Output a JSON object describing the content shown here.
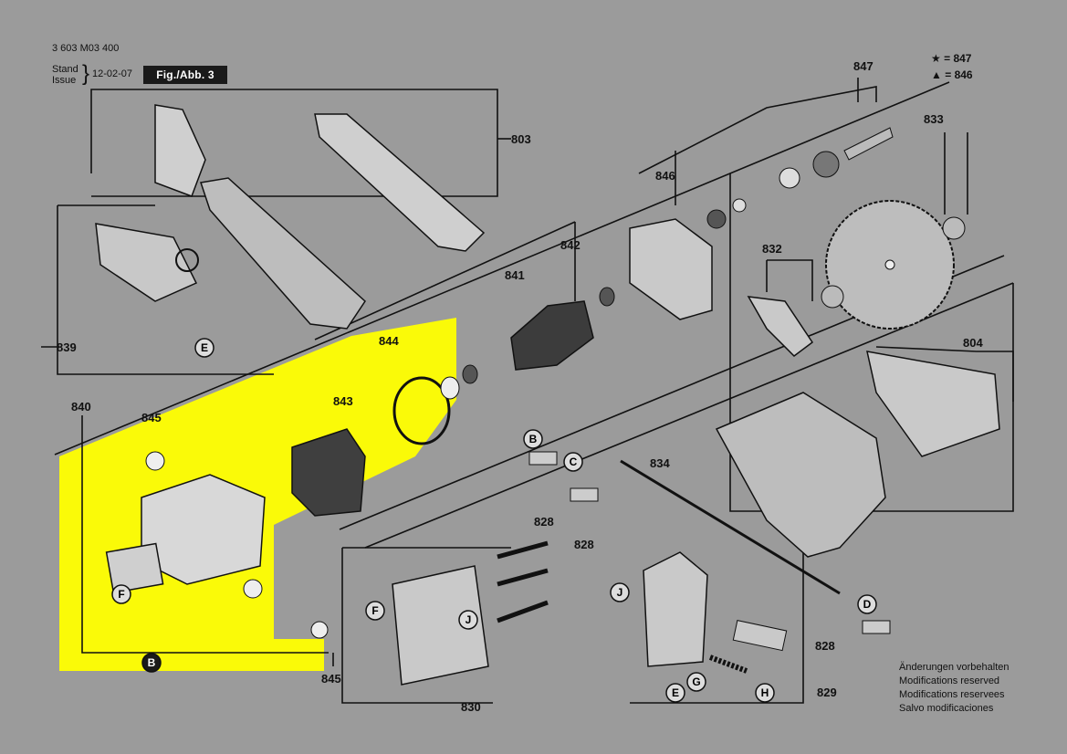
{
  "header": {
    "doc_number": "3 603 M03 400",
    "stand_label": "Stand",
    "issue_label": "Issue",
    "date": "12-02-07",
    "figure": "Fig./Abb. 3"
  },
  "legend": [
    {
      "symbol": "★",
      "value": "= 847"
    },
    {
      "symbol": "▲",
      "value": "= 846"
    }
  ],
  "part_labels": [
    "803",
    "839",
    "840",
    "845",
    "844",
    "843",
    "841",
    "842",
    "846",
    "847",
    "833",
    "832",
    "804",
    "834",
    "828",
    "830",
    "829"
  ],
  "circled_labels": [
    "E",
    "F",
    "B",
    "C",
    "J",
    "F",
    "J",
    "E",
    "G",
    "H",
    "D",
    "B"
  ],
  "notes": [
    "Änderungen vorbehalten",
    "Modifications reserved",
    "Modifications reservees",
    "Salvo modificaciones"
  ],
  "colors": {
    "background": "#9b9b9b",
    "highlight": "#ffff00",
    "line": "#111111",
    "part_light": "#d8d8d8",
    "part_dark": "#3a3a3a"
  }
}
